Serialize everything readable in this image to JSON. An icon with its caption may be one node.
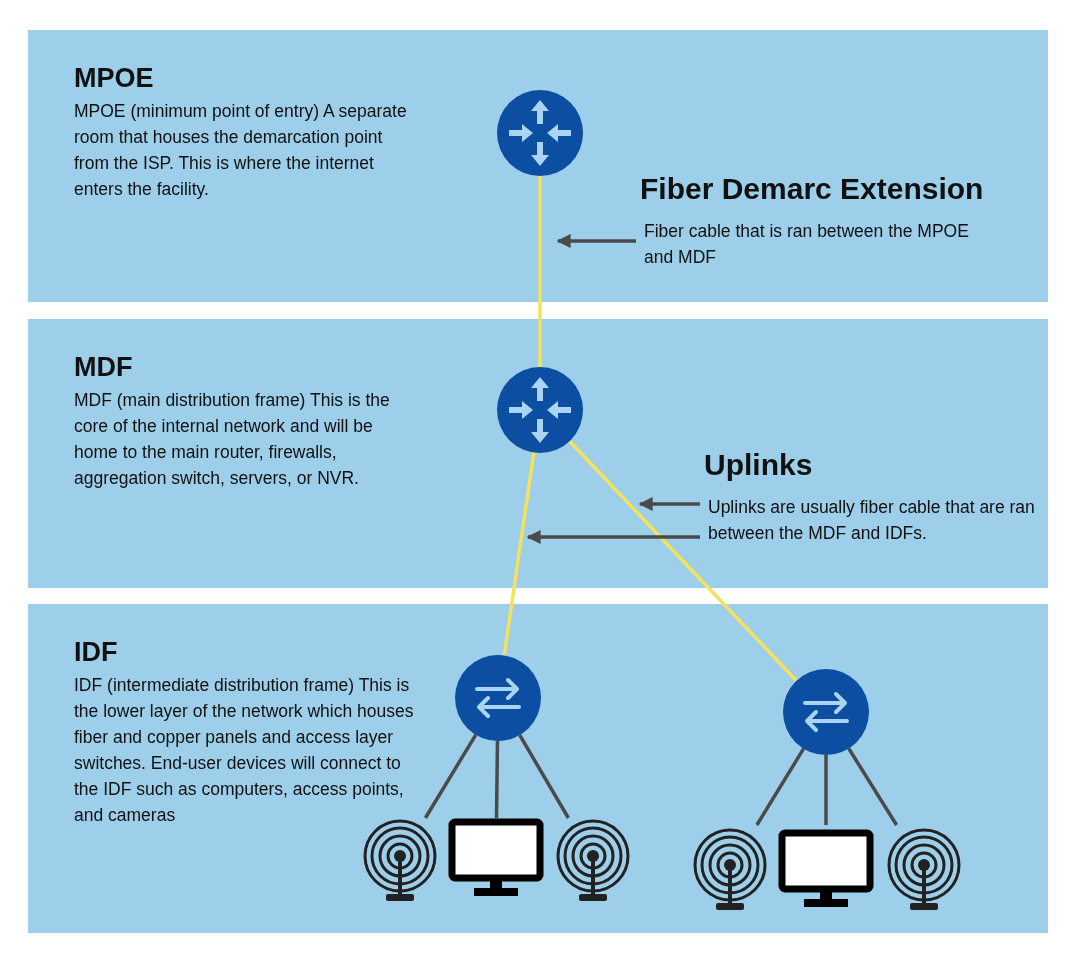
{
  "diagram": {
    "nodes": [
      {
        "text": [
          "MPOE",
          "MPOE (minimum point of entry) A separate room that houses the demarcation point from the ISP. This is where the internet enters the facility."
        ]
      },
      {
        "text": [],
        "shape": "circle",
        "in": 0
      },
      {
        "text": [
          "Fiber Demarc Extension",
          "Fiber cable that is ran between the MPOE and MDF"
        ],
        "in": 0
      },
      {
        "text": [
          "MDF",
          "MDF (main distribution frame) This is the core of the internal network and will be home to the main router, firewalls, aggregation switch, servers, or NVR."
        ]
      },
      {
        "text": [],
        "shape": "circle",
        "in": 3
      },
      {
        "text": [
          "Uplinks",
          "Uplinks are usually fiber cable that are ran between the MDF and IDFs."
        ],
        "in": 3
      },
      {
        "text": [
          "IDF",
          "IDF (intermediate distribution frame) This is the lower layer of the network which houses fiber and copper panels and access layer switches. End-user devices will connect to the IDF such as computers, access points, and cameras"
        ]
      },
      {
        "text": [],
        "shape": "circle",
        "in": 6
      },
      {
        "text": [],
        "shape": "circle",
        "in": 6
      },
      {
        "text": [],
        "shape": "antenna",
        "in": 6
      },
      {
        "text": [],
        "shape": "monitor",
        "in": 6
      },
      {
        "text": [],
        "shape": "antenna",
        "in": 6
      },
      {
        "text": [],
        "shape": "antenna",
        "in": 6
      },
      {
        "text": [],
        "shape": "monitor",
        "in": 6
      },
      {
        "text": [],
        "shape": "antenna",
        "in": 6
      }
    ],
    "edges": [
      {
        "from": 1,
        "to": 4,
        "arrow": "none",
        "color": "#f5e15a"
      },
      {
        "from": 4,
        "to": 7,
        "arrow": "none",
        "color": "#f5e15a"
      },
      {
        "from": 4,
        "to": 8,
        "arrow": "none",
        "color": "#f5e15a"
      },
      {
        "from": 7,
        "to": 9,
        "arrow": "none"
      },
      {
        "from": 7,
        "to": 10,
        "arrow": "none"
      },
      {
        "from": 7,
        "to": 11,
        "arrow": "none"
      },
      {
        "from": 8,
        "to": 12,
        "arrow": "none"
      },
      {
        "from": 8,
        "to": 13,
        "arrow": "none"
      },
      {
        "from": 8,
        "to": 14,
        "arrow": "none"
      },
      {
        "from": 2,
        "to": null,
        "arrow": "to"
      },
      {
        "from": 5,
        "to": null,
        "arrow": "to"
      },
      {
        "from": 5,
        "to": null,
        "arrow": "to"
      }
    ]
  }
}
